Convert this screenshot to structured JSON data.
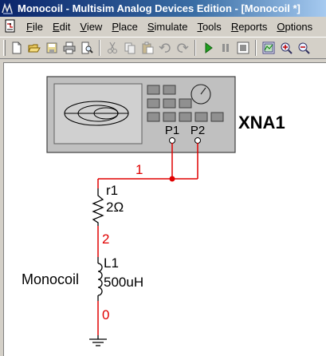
{
  "window": {
    "title": "Monocoil - Multisim Analog Devices Edition - [Monocoil *]"
  },
  "menu": {
    "items": [
      {
        "label": "File",
        "mnemonic": "F",
        "rest": "ile"
      },
      {
        "label": "Edit",
        "mnemonic": "E",
        "rest": "dit"
      },
      {
        "label": "View",
        "mnemonic": "V",
        "rest": "iew"
      },
      {
        "label": "Place",
        "mnemonic": "P",
        "rest": "lace"
      },
      {
        "label": "Simulate",
        "mnemonic": "S",
        "rest": "imulate"
      },
      {
        "label": "Tools",
        "mnemonic": "T",
        "rest": "ools"
      },
      {
        "label": "Reports",
        "mnemonic": "R",
        "rest": "eports"
      },
      {
        "label": "Options",
        "mnemonic": "O",
        "rest": "ptions"
      }
    ]
  },
  "toolbar": {
    "buttons": [
      "new-icon",
      "open-icon",
      "save-icon",
      "print-icon",
      "print-preview-icon",
      "cut-icon",
      "copy-icon",
      "paste-icon",
      "undo-icon",
      "redo-icon",
      "run-icon",
      "pause-icon",
      "stop-icon",
      "grapher-icon",
      "zoom-in-icon",
      "zoom-out-icon"
    ]
  },
  "schematic": {
    "instrument": {
      "refdes": "XNA1",
      "port1": "P1",
      "port2": "P2"
    },
    "resistor": {
      "refdes": "r1",
      "value": "2Ω"
    },
    "inductor": {
      "name": "Monocoil",
      "refdes": "L1",
      "value": "500uH"
    },
    "nets": {
      "n1": "1",
      "n2": "2",
      "n0": "0"
    },
    "colors": {
      "wire": "#e00000",
      "component": "#000000",
      "instrument_body": "#c0c0c0",
      "instrument_screen": "#d0d0d0"
    }
  }
}
